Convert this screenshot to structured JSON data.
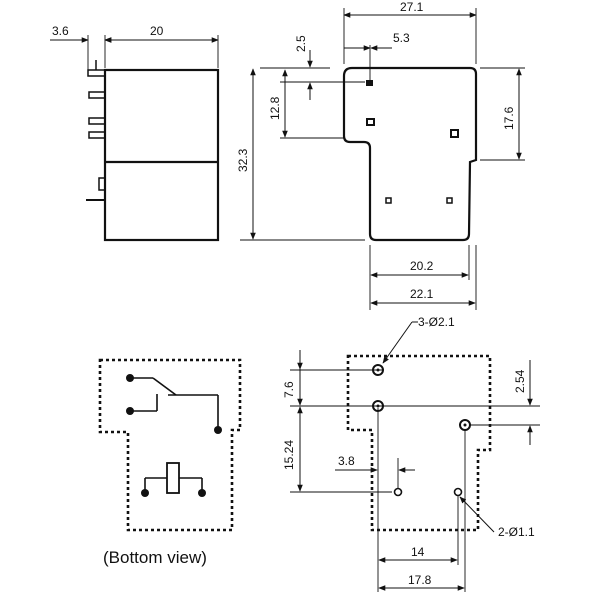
{
  "side_view": {
    "dims": {
      "pin_length": "3.6",
      "body_width": "20"
    }
  },
  "top_view": {
    "dims": {
      "overall_width": "27.1",
      "top_offset": "2.5",
      "pin_offset": "5.3",
      "upper_height": "12.8",
      "overall_height": "32.3",
      "right_height": "17.6",
      "lower_width": "20.2",
      "lower_width_total": "22.1"
    }
  },
  "bottom_schematic": {
    "caption": "(Bottom view)"
  },
  "footprint": {
    "dims": {
      "holes_large": "3-Ø2.1",
      "vertical_pitch_1": "7.6",
      "vertical_pitch_2": "2.54",
      "vertical_pitch_3": "15.24",
      "small_offset": "3.8",
      "holes_small": "2-Ø1.1",
      "horizontal_1": "14",
      "horizontal_2": "17.8"
    }
  }
}
